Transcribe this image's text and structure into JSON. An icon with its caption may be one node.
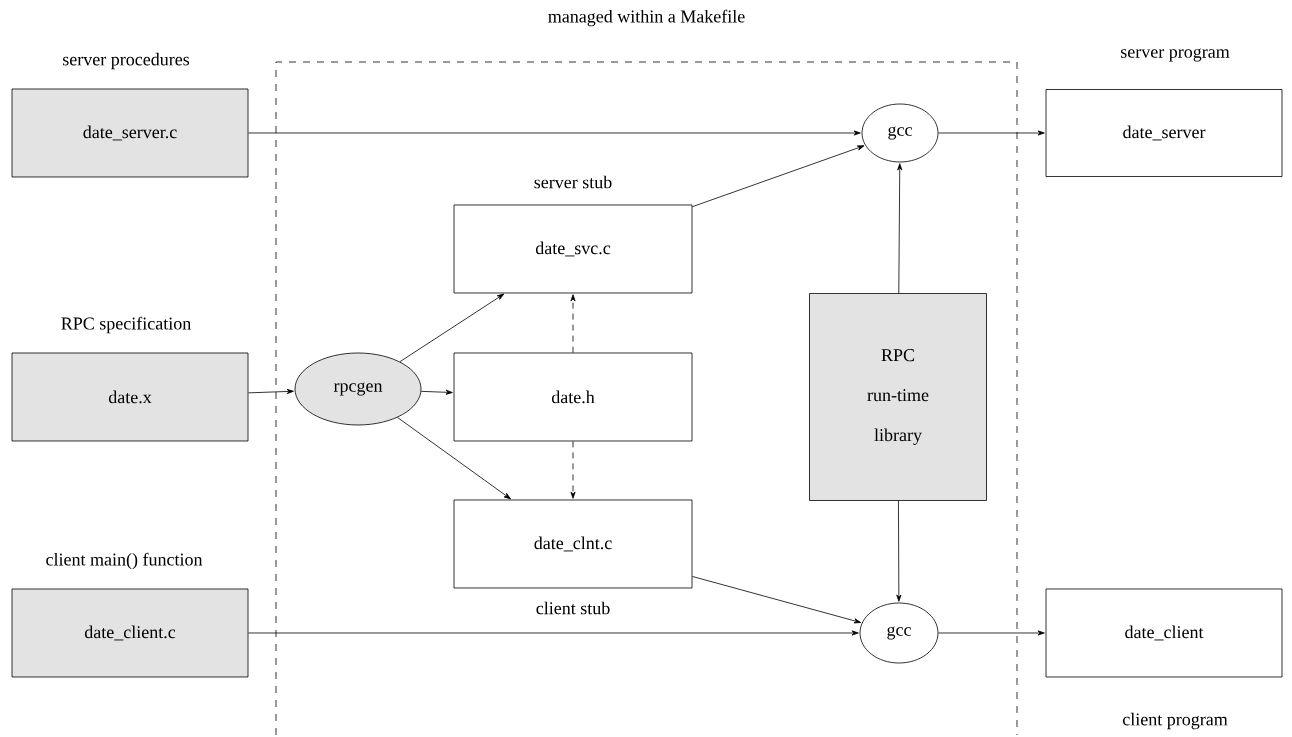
{
  "diagram": {
    "nodes": [
      {
        "text": [
          "managed within a Makefile"
        ]
      },
      {
        "text": [
          "date_server.c"
        ],
        "beside": [
          "server procedures"
        ]
      },
      {
        "text": [
          "date.x"
        ],
        "beside": [
          "RPC specification"
        ]
      },
      {
        "text": [
          "date_client.c"
        ],
        "beside": [
          "client main() function"
        ]
      },
      {
        "text": [
          "rpcgen"
        ],
        "in": 0
      },
      {
        "text": [
          "date_svc.c"
        ],
        "beside": [
          "server stub"
        ],
        "in": 0
      },
      {
        "text": [
          "date.h"
        ],
        "in": 0
      },
      {
        "text": [
          "date_clnt.c"
        ],
        "beside": [
          "client stub"
        ],
        "in": 0
      },
      {
        "text": [
          "RPC run-time library"
        ],
        "in": 0
      },
      {
        "text": [
          "gcc"
        ],
        "in": 0
      },
      {
        "text": [
          "gcc"
        ],
        "in": 0
      },
      {
        "text": [
          "date_server"
        ],
        "beside": [
          "server program"
        ]
      },
      {
        "text": [
          "date_client"
        ],
        "beside": [
          "client program"
        ]
      }
    ],
    "edges": [
      {
        "from": 1,
        "to": 9,
        "arrow": "to"
      },
      {
        "from": 2,
        "to": 4,
        "arrow": "to"
      },
      {
        "from": 4,
        "to": 5,
        "arrow": "to"
      },
      {
        "from": 4,
        "to": 6,
        "arrow": "to"
      },
      {
        "from": 4,
        "to": 7,
        "arrow": "to"
      },
      {
        "from": 6,
        "to": 5,
        "arrow": "to",
        "style": "dashed"
      },
      {
        "from": 6,
        "to": 7,
        "arrow": "to",
        "style": "dashed"
      },
      {
        "from": 5,
        "to": 9,
        "arrow": "to"
      },
      {
        "from": 8,
        "to": 9,
        "arrow": "to"
      },
      {
        "from": 8,
        "to": 10,
        "arrow": "to"
      },
      {
        "from": 7,
        "to": 10,
        "arrow": "to"
      },
      {
        "from": 3,
        "to": 10,
        "arrow": "to"
      },
      {
        "from": 9,
        "to": 11,
        "arrow": "to"
      },
      {
        "from": 10,
        "to": 12,
        "arrow": "to"
      }
    ]
  }
}
